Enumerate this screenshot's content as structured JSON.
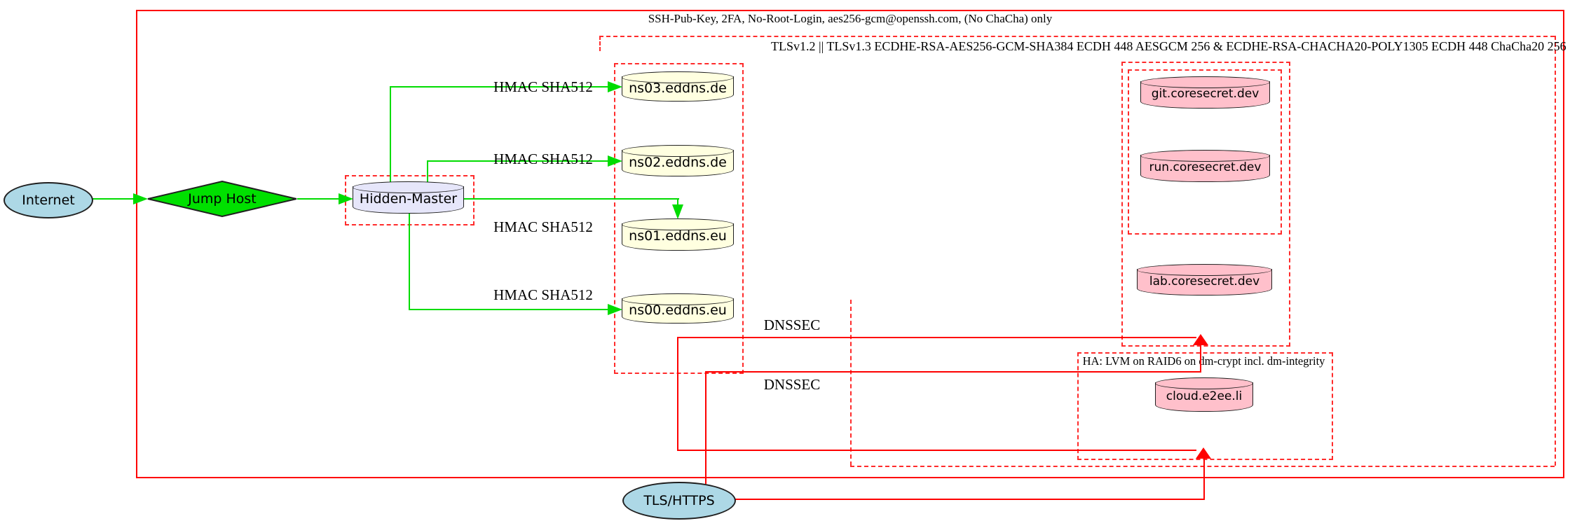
{
  "titles": {
    "ssh_policy": "SSH-Pub-Key, 2FA, No-Root-Login, aes256-gcm@openssh.com, (No ChaCha) only",
    "tls_policy": "TLSv1.2 || TLSv1.3 ECDHE-RSA-AES256-GCM-SHA384 ECDH 448 AESGCM 256 & ECDHE-RSA-CHACHA20-POLY1305 ECDH 448 ChaCha20 256",
    "ha_policy": "HA: LVM on RAID6 on dm-crypt incl. dm-integrity"
  },
  "nodes": {
    "internet": {
      "label": "Internet",
      "shape": "ellipse"
    },
    "jump_host": {
      "label": "Jump Host",
      "shape": "diamond"
    },
    "hidden_master": {
      "label": "Hidden-Master",
      "shape": "cylinder"
    },
    "ns03": {
      "label": "ns03.eddns.de",
      "shape": "cylinder"
    },
    "ns02": {
      "label": "ns02.eddns.de",
      "shape": "cylinder"
    },
    "ns01": {
      "label": "ns01.eddns.eu",
      "shape": "cylinder"
    },
    "ns00": {
      "label": "ns00.eddns.eu",
      "shape": "cylinder"
    },
    "git": {
      "label": "git.coresecret.dev",
      "shape": "cylinder"
    },
    "run": {
      "label": "run.coresecret.dev",
      "shape": "cylinder"
    },
    "lab": {
      "label": "lab.coresecret.dev",
      "shape": "cylinder"
    },
    "cloud": {
      "label": "cloud.e2ee.li",
      "shape": "cylinder"
    },
    "tls_https": {
      "label": "TLS/HTTPS",
      "shape": "ellipse"
    }
  },
  "edge_labels": {
    "hmac_ns03": "HMAC SHA512",
    "hmac_ns02": "HMAC SHA512",
    "hmac_ns01": "HMAC SHA512",
    "hmac_ns00": "HMAC SHA512",
    "dnssec_top": "DNSSEC",
    "dnssec_bottom": "DNSSEC"
  },
  "colors": {
    "cluster_border_red": "#ff2b2b",
    "solid_red": "#fe0000",
    "edge_green": "#00dc00",
    "dns_node_fill": "#ffffe0",
    "web_node_fill": "#ffc0cb",
    "master_node_fill": "#e6e6fa",
    "endpoint_fill": "#add8e6",
    "jump_host_fill": "#00e000"
  }
}
